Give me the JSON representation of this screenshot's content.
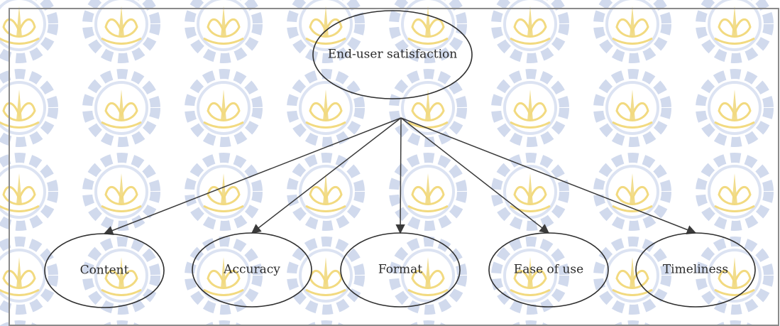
{
  "diagram": {
    "type": "hierarchy",
    "root": {
      "id": "root",
      "label": "End-user satisfaction"
    },
    "children": [
      {
        "id": "content",
        "label": "Content"
      },
      {
        "id": "accuracy",
        "label": "Accuracy"
      },
      {
        "id": "format",
        "label": "Format"
      },
      {
        "id": "ease-of-use",
        "label": "Ease of use"
      },
      {
        "id": "timeliness",
        "label": "Timeliness"
      }
    ],
    "edges": [
      {
        "from": "root",
        "to": "content"
      },
      {
        "from": "root",
        "to": "accuracy"
      },
      {
        "from": "root",
        "to": "format"
      },
      {
        "from": "root",
        "to": "ease-of-use"
      },
      {
        "from": "root",
        "to": "timeliness"
      }
    ]
  },
  "colors": {
    "stroke": "#2f2f2f",
    "watermark_gear": "#c9d3ea",
    "watermark_lotus": "#f3e08a"
  },
  "watermark": {
    "icon": "institution-emblem-icon"
  }
}
